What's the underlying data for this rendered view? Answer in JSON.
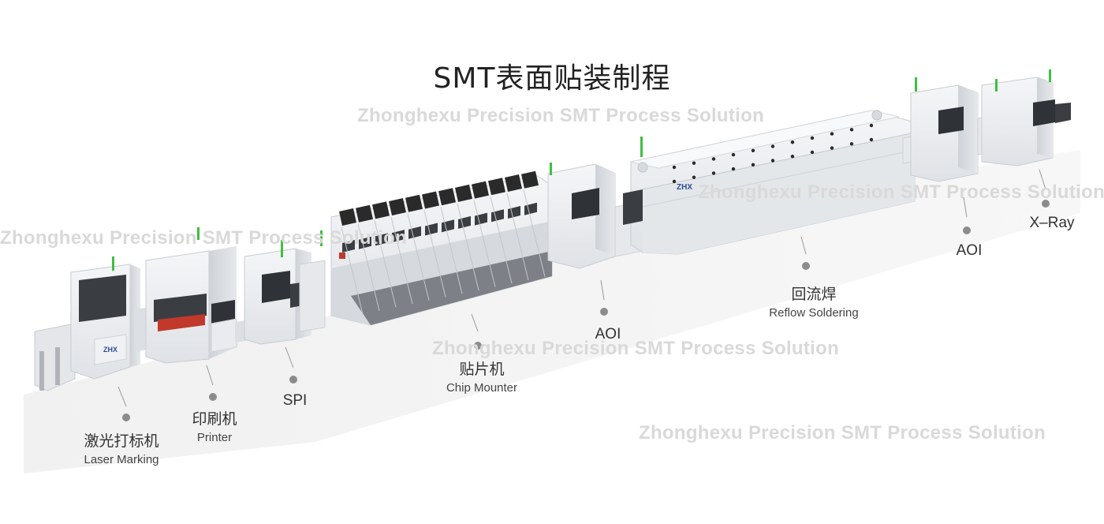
{
  "title": "SMT表面贴装制程",
  "watermark": "Zhonghexu Precision SMT Process Solution",
  "colors": {
    "accent": "#c0392b",
    "signal": "#3fbf3f",
    "frame": "#e9ebee",
    "dark": "#2a2a2a"
  },
  "stations": [
    {
      "id": "laser",
      "zh": "激光打标机",
      "en": "Laser Marking"
    },
    {
      "id": "printer",
      "zh": "印刷机",
      "en": "Printer"
    },
    {
      "id": "spi",
      "zh": "",
      "en": "SPI"
    },
    {
      "id": "mounter",
      "zh": "贴片机",
      "en": "Chip Mounter"
    },
    {
      "id": "aoi1",
      "zh": "",
      "en": "AOI"
    },
    {
      "id": "reflow",
      "zh": "回流焊",
      "en": "Reflow Soldering"
    },
    {
      "id": "aoi2",
      "zh": "",
      "en": "AOI"
    },
    {
      "id": "xray",
      "zh": "",
      "en": "X–Ray"
    }
  ],
  "brand_mark": "ZHX"
}
